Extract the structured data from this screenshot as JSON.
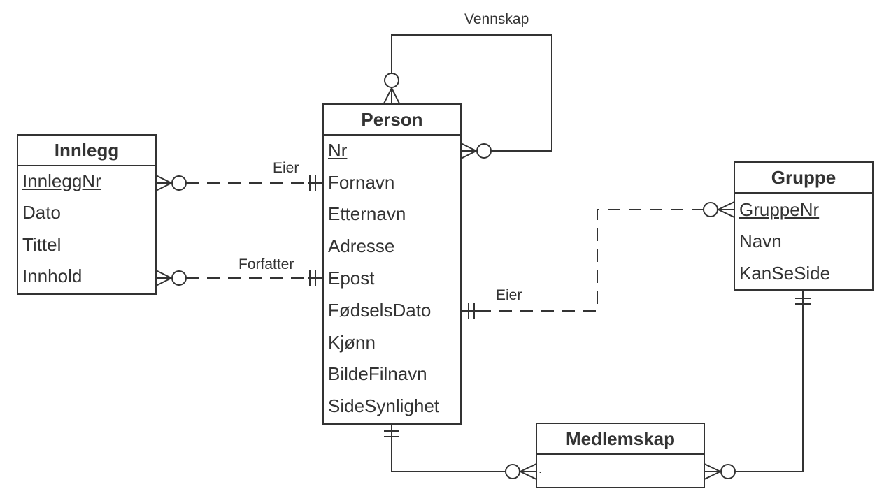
{
  "entities": {
    "person": {
      "name": "Person",
      "attributes": [
        "Nr",
        "Fornavn",
        "Etternavn",
        "Adresse",
        "Epost",
        "FødselsDato",
        "Kjønn",
        "BildeFilnavn",
        "SideSynlighet"
      ]
    },
    "innlegg": {
      "name": "Innlegg",
      "attributes": [
        "InnleggNr",
        "Dato",
        "Tittel",
        "Innhold"
      ]
    },
    "gruppe": {
      "name": "Gruppe",
      "attributes": [
        "GruppeNr",
        "Navn",
        "KanSeSide"
      ]
    },
    "medlemskap": {
      "name": "Medlemskap",
      "attributes": [
        "."
      ]
    }
  },
  "relationships": {
    "vennskap": "Vennskap",
    "person_innlegg_eier": "Eier",
    "person_innlegg_forfatter": "Forfatter",
    "person_gruppe_eier": "Eier"
  }
}
